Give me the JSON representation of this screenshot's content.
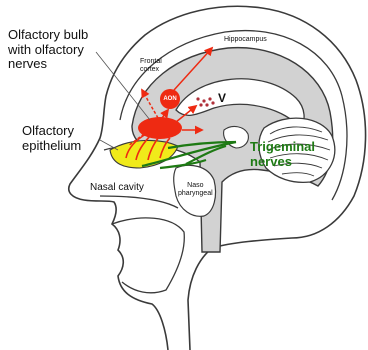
{
  "colors": {
    "brain": "#d2d2d2",
    "outline": "#3a3a3a",
    "bulb": "#ee2a12",
    "epithelium": "#f0ea1a",
    "nerve": "#1e7a14",
    "arrow": "#ee2a12"
  },
  "labels": {
    "olfactory_bulb": "Olfactory bulb\nwith olfactory\nnerves",
    "olfactory_epithelium": "Olfactory\nepithelium",
    "frontal_cortex": "Frontal\ncortex",
    "hippocampus": "Hippocampus",
    "aon": "AON",
    "ventricle": "V",
    "trigeminal_nerves": "Trigeminal\nnerves",
    "nasal_cavity": "Nasal cavity",
    "nasopharyngeal": "Naso\npharyngeal"
  }
}
